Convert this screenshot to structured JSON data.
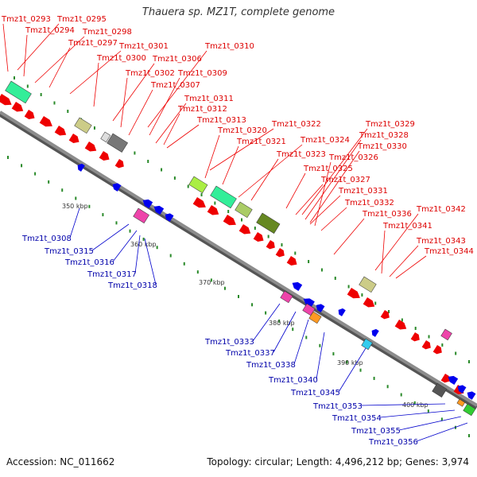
{
  "title": "Thauera sp. MZ1T, complete genome",
  "footer": {
    "accession": "Accession: NC_011662",
    "summary": "Topology: circular; Length: 4,496,212 bp; Genes: 3,974"
  },
  "colors": {
    "forward_label": "#dd0000",
    "reverse_label": "#0000aa",
    "backbone": "#8c8c8c",
    "tick_green": "#2a8a2a"
  },
  "scale_labels": [
    "350 kbp",
    "360 kbp",
    "370 kbp",
    "380 kbp",
    "390 kbp",
    "400 kbp"
  ],
  "forward_labels": [
    "Tmz1t_0293",
    "Tmz1t_0295",
    "Tmz1t_0294",
    "Tmz1t_0298",
    "Tmz1t_0297",
    "Tmz1t_0301",
    "Tmz1t_0310",
    "Tmz1t_0300",
    "Tmz1t_0306",
    "Tmz1t_0302",
    "Tmz1t_0309",
    "Tmz1t_0307",
    "Tmz1t_0311",
    "Tmz1t_0312",
    "Tmz1t_0313",
    "Tmz1t_0322",
    "Tmz1t_0329",
    "Tmz1t_0320",
    "Tmz1t_0328",
    "Tmz1t_0321",
    "Tmz1t_0324",
    "Tmz1t_0330",
    "Tmz1t_0323",
    "Tmz1t_0326",
    "Tmz1t_0325",
    "Tmz1t_0327",
    "Tmz1t_0331",
    "Tmz1t_0332",
    "Tmz1t_0336",
    "Tmz1t_0342",
    "Tmz1t_0341",
    "Tmz1t_0343",
    "Tmz1t_0344"
  ],
  "reverse_labels": [
    "Tmz1t_0308",
    "Tmz1t_0315",
    "Tmz1t_0316",
    "Tmz1t_0317",
    "Tmz1t_0318",
    "Tmz1t_0333",
    "Tmz1t_0337",
    "Tmz1t_0338",
    "Tmz1t_0340",
    "Tmz1t_0345",
    "Tmz1t_0353",
    "Tmz1t_0354",
    "Tmz1t_0355",
    "Tmz1t_0356"
  ]
}
